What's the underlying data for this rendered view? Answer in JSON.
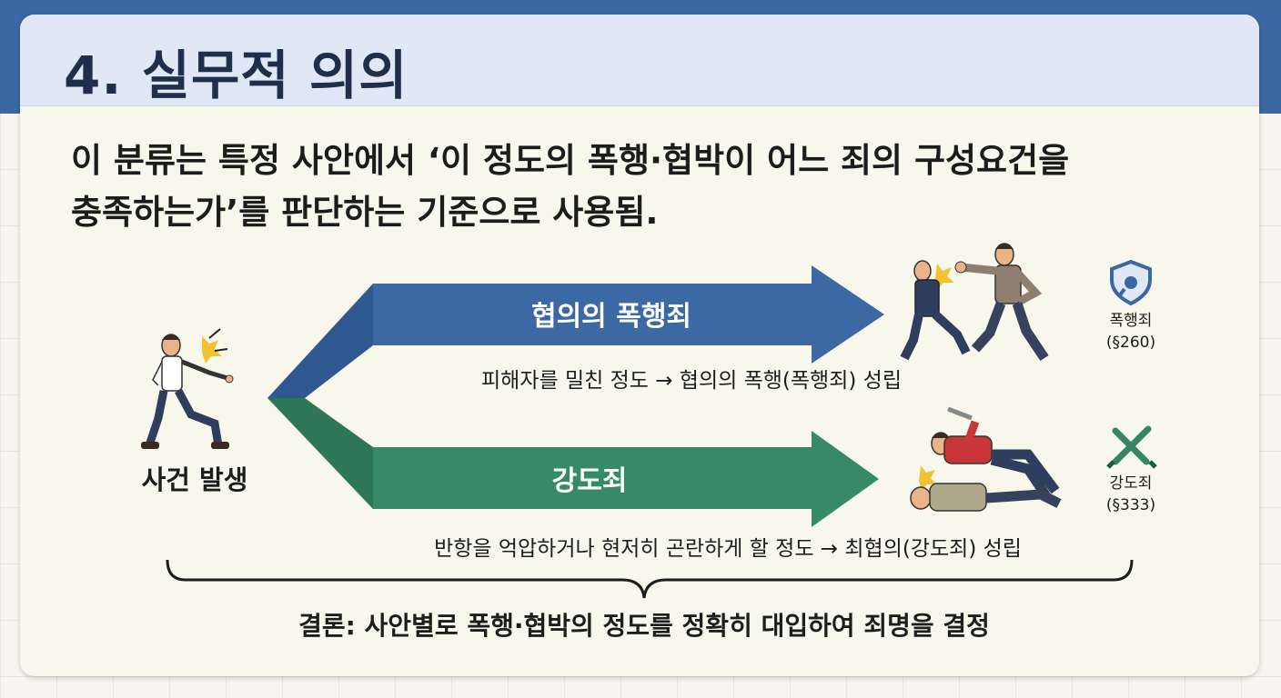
{
  "header": {
    "title": "4. 실무적 의의"
  },
  "intro": {
    "line1": "이 분류는 특정 사안에서 ‘이 정도의 폭행·협박이 어느 죄의 구성요건을",
    "line2": "충족하는가’를 판단하는 기준으로 사용됨."
  },
  "diagram": {
    "start_label": "사건 발생",
    "upper": {
      "arrow_label": "협의의 폭행죄",
      "description": "피해자를 밀친 정도  → 협의의 폭행(폭행죄) 성립",
      "crime": "폭행죄",
      "article": "(§260)",
      "color": "#3b67a3",
      "icon": "shield-fist-icon"
    },
    "lower": {
      "arrow_label": "강도죄",
      "description": "반항을 억압하거나 현저히 곤란하게 할 정도 → 최협의(강도죄) 성립",
      "crime": "강도죄",
      "article": "(§333)",
      "color": "#348664",
      "icon": "crossed-knives-icon"
    },
    "conclusion": "결론: 사안별로 폭행·협박의 정도를 정확히 대입하여 죄명을 결정"
  }
}
